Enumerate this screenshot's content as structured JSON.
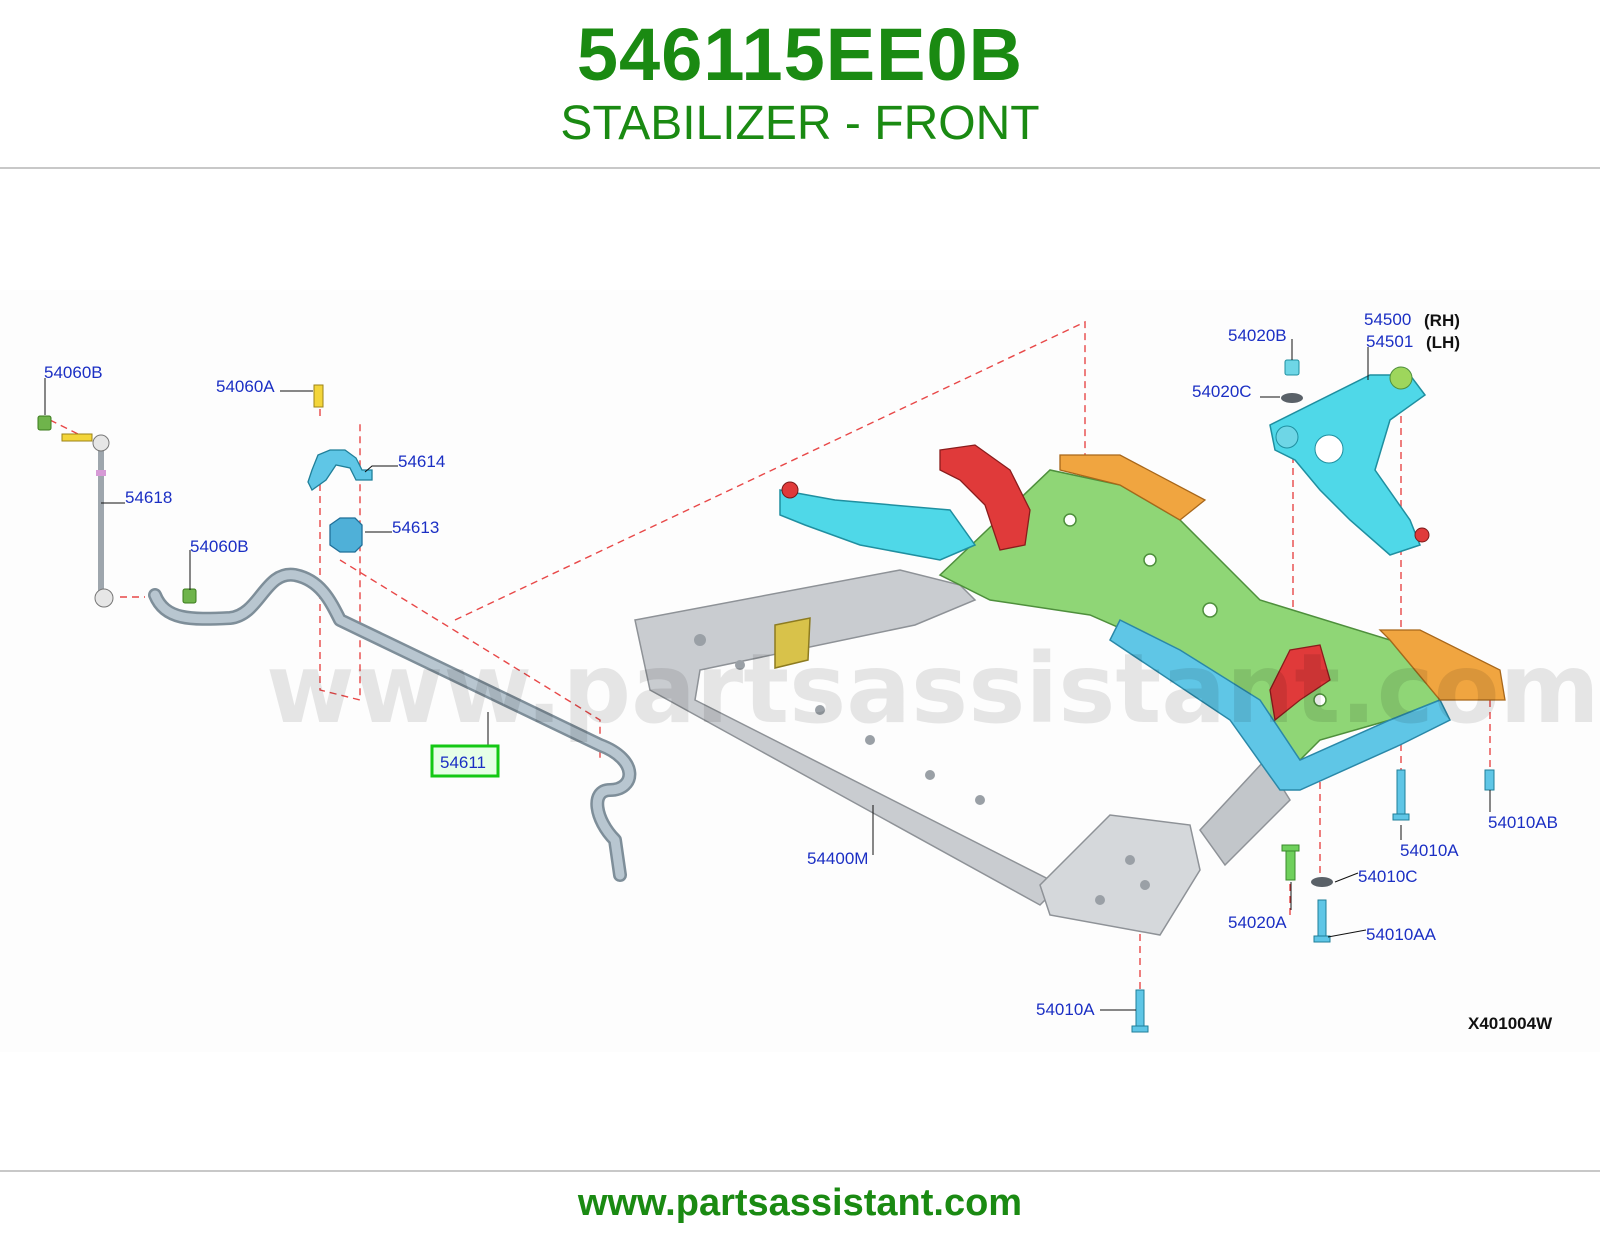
{
  "header": {
    "part_number": "546115EE0B",
    "part_name": "STABILIZER - FRONT"
  },
  "footer": {
    "website": "www.partsassistant.com"
  },
  "diagram": {
    "watermark": "www.partsassistant.com",
    "figure_id": "X401004W",
    "callouts": {
      "c54060B_top": "54060B",
      "c54060A": "54060A",
      "c54614": "54614",
      "c54618": "54618",
      "c54613": "54613",
      "c54060B_mid": "54060B",
      "c54611": "54611",
      "c54400M": "54400M",
      "c54020B": "54020B",
      "c54020C": "54020C",
      "c54500": "54500",
      "c54500_side": "(RH)",
      "c54501": "54501",
      "c54501_side": "(LH)",
      "c54010AB": "54010AB",
      "c54010A_right": "54010A",
      "c54010C": "54010C",
      "c54020A": "54020A",
      "c54010AA": "54010AA",
      "c54010A_bottom": "54010A"
    }
  },
  "colors": {
    "brand_green": "#1a8a12",
    "callout_blue": "#1b2fc4",
    "highlight_green": "#14c814",
    "part_cyan": "#4fd8e8",
    "subframe_green": "#8fd676",
    "bracket_red": "#e03a3a",
    "bracket_orange": "#f0a540",
    "frame_gray": "#c9ccd0",
    "bar_gray": "#a9b7c2"
  }
}
